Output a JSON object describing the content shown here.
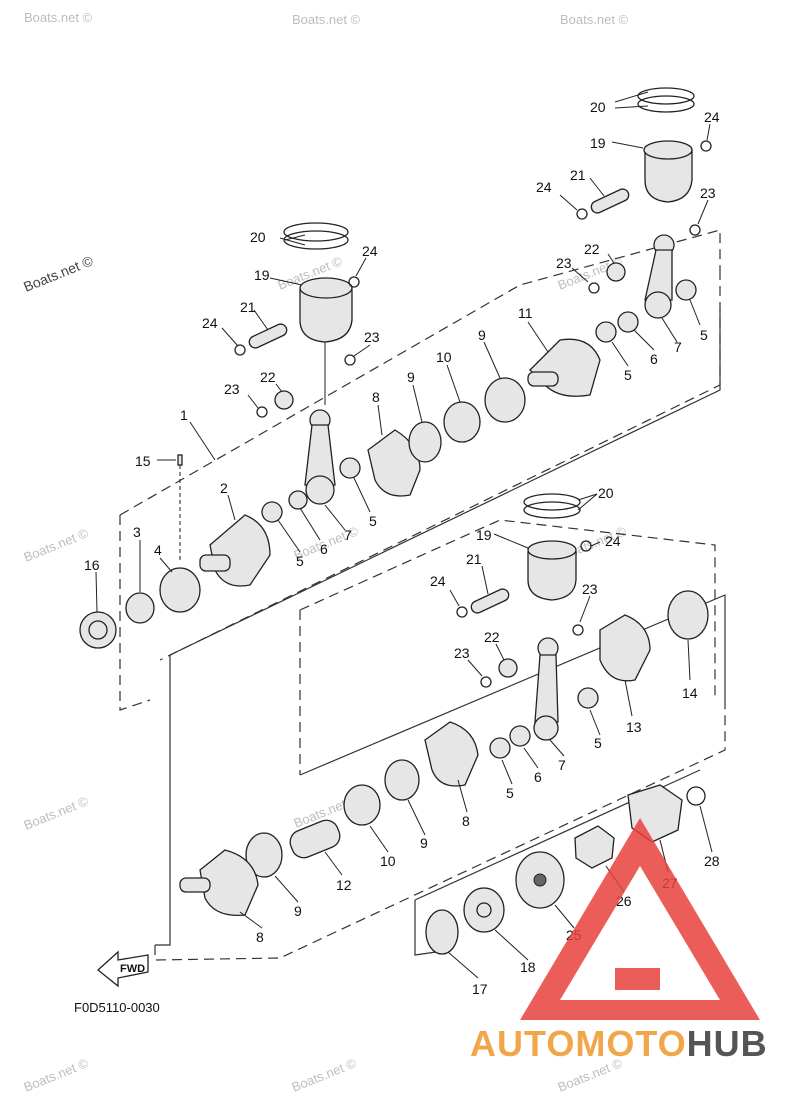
{
  "watermark": "Boats.net ©",
  "figure_code": "F0D5110-0030",
  "fwd_label": "FWD",
  "brand": {
    "part1": "AUTOMOTO",
    "part2": "HUB",
    "color1": "#f2a64a",
    "color2": "#555555",
    "logo_color": "#e8413c"
  },
  "callouts": {
    "c1": "1",
    "c2": "2",
    "c3": "3",
    "c4": "4",
    "c5": "5",
    "c6": "6",
    "c7": "7",
    "c8": "8",
    "c9": "9",
    "c10": "10",
    "c11": "11",
    "c12": "12",
    "c13": "13",
    "c14": "14",
    "c15": "15",
    "c16": "16",
    "c17": "17",
    "c18": "18",
    "c19": "19",
    "c20": "20",
    "c21": "21",
    "c22": "22",
    "c23": "23",
    "c24": "24",
    "c25": "25",
    "c26": "26",
    "c27": "27",
    "c28": "28"
  }
}
